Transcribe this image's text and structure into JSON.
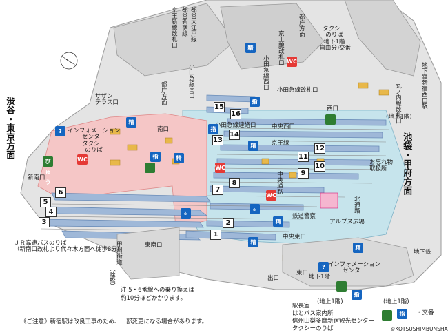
{
  "directions": {
    "left": "渋谷・東京方面",
    "right": "池袋・甲府方面",
    "top_tocho": "都庁方面",
    "top_tocho2": "都庁方面"
  },
  "places": {
    "southern_terrace": "サザン\nテラス口",
    "info_center_south": "インフォメーション\nセンター\nタクシー\nのりば",
    "shin_minami": "新南口",
    "minami": "南口",
    "jr_bus": "ＪＲ高速バスのりば\n（新南口改札より代々木方面へ徒歩8分）",
    "koshu_kaido": "甲州街道",
    "kodo": "（陸橋）",
    "higashi_minami": "東南口",
    "toei_oedo": "都営大江戸線",
    "toei_shinjuku": "都営新宿線",
    "keio_new": "京王新線改札口",
    "taxi_b1": "タクシー\nのりば\n地下1階",
    "koban_top": "交番",
    "self_use": "(自由分)",
    "keio_gate": "京王線改札口",
    "odakyu_west": "小田急線西口",
    "odakyu_gate": "小田急線改札口",
    "odakyu_south": "小田急線南口",
    "odakyu_transfer": "小田急線連絡口",
    "keio_line": "京王線",
    "chuo_nishi": "中央西口",
    "nishiguchi": "西口",
    "chikatetsu_ui": "地下鉄新宿西口駅",
    "marunouchi": "丸ノ内線改札口",
    "b1": "(地上1階)",
    "lost_found": "お忘れ物\n取扱所",
    "kitadori": "北通路",
    "chuodori": "中央通路",
    "alps": "アルプス広場",
    "police": "鉄道警察",
    "chuo_higashi": "中央東口",
    "higashiguchi": "東口",
    "info_center_east": "インフォメーション\nセンター",
    "b1_floor": "地下1階",
    "subway": "地下鉄",
    "exit": "出口",
    "station_master": "駅長室",
    "hato_bus": "はとバス案内所",
    "tourist_center": "信州山梨多摩新宿観光センター",
    "taxi_east": "タクシーのりば",
    "ground_1f": "(地上1階)",
    "ground_1f_2": "(地上1階)",
    "koban_bottom": "・交番"
  },
  "platforms": [
    "1",
    "2",
    "3",
    "4",
    "5",
    "6",
    "7",
    "8",
    "9",
    "10",
    "11",
    "12",
    "13",
    "14",
    "15",
    "16"
  ],
  "icons": {
    "reserved": "指",
    "settlement": "精",
    "suica_label": "びゅう",
    "info": "?",
    "accessible": "♿"
  },
  "notes": {
    "transfer_note": "注 5・6番線への乗り換えは\n約10分ほどかかります。",
    "caution": "《ご注意》新宿駅は改良工事のため、一部変更になる場合があります。",
    "copyright": "©KOTSUSHIMBUNSHA"
  },
  "colors": {
    "platform": "#9fb8d8",
    "platform_edge": "#6a8cb8",
    "concourse": "#c6e4ec",
    "south_zone": "#f5c6c6",
    "building": "#d9d9d9",
    "building_dark": "#b5b5b5",
    "stairs": "#e8b84a"
  }
}
